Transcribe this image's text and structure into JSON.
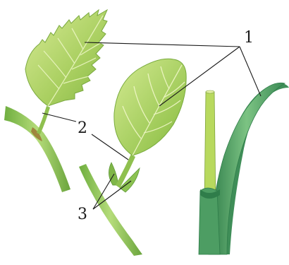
{
  "figure": {
    "labels": {
      "l1": "1",
      "l2": "2",
      "l3": "3"
    },
    "colors": {
      "leaf_light": "#cde48a",
      "leaf_mid": "#9cc957",
      "leaf_dark": "#6fa23a",
      "stem": "#9ccf5f",
      "stem_dark": "#5f9a38",
      "grass": "#5fae6a",
      "grass_dark": "#2f7d4a"
    },
    "parts": [
      "leaf-blade-icon",
      "petiole-icon",
      "stipule-icon"
    ]
  }
}
